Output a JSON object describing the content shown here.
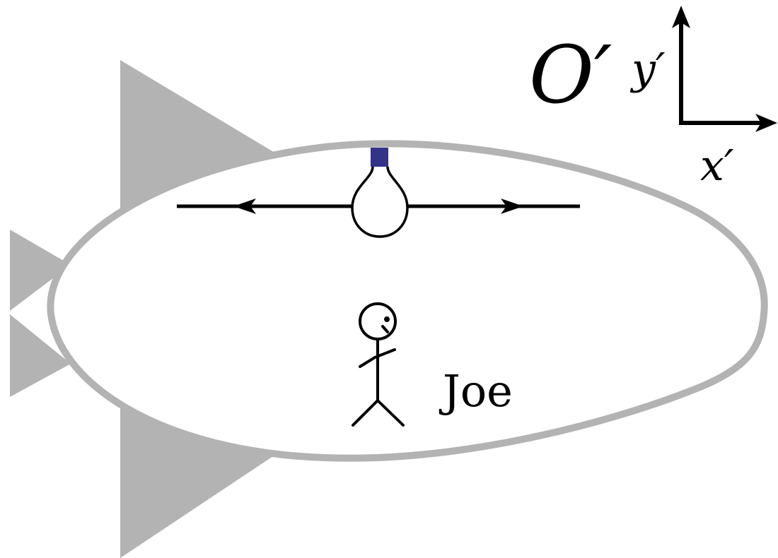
{
  "frame": {
    "name": "O′",
    "axes": {
      "x": "x′",
      "y": "y′"
    }
  },
  "observer": {
    "name": "Joe"
  },
  "colors": {
    "ship": "#b3b3b3",
    "bulb_socket": "#333388",
    "ink": "#000000",
    "background": "#ffffff"
  },
  "icons": {
    "ship": "spaceship-icon",
    "bulb": "light-bulb-icon",
    "person": "stick-figure-icon"
  }
}
